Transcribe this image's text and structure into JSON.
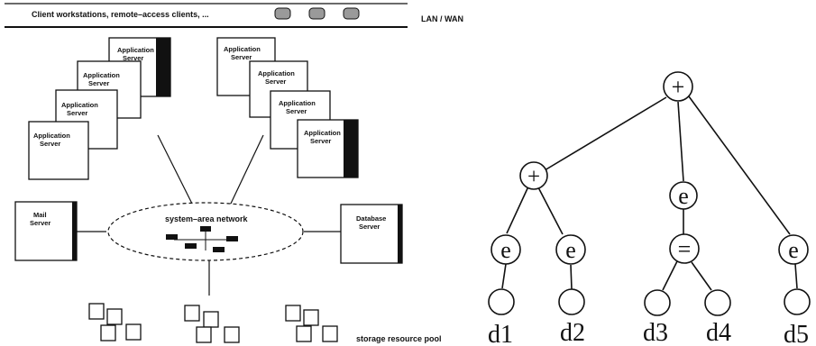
{
  "network": {
    "clients_label": "Client workstations, remote–access clients, ...",
    "lan_label": "LAN / WAN",
    "app_server_line1": "Application",
    "app_server_line2": "Server",
    "mail_line1": "Mail",
    "mail_line2": "Server",
    "db_line1": "Database",
    "db_line2": "Server",
    "san_label": "system–area network",
    "storage_label": "storage resource pool"
  },
  "tree": {
    "root_symbol": "+",
    "mid_plus_symbol": "+",
    "exp_symbol": "e",
    "eq_symbol": "=",
    "leaves": [
      "d1",
      "d2",
      "d3",
      "d4",
      "d5"
    ]
  },
  "colors": {
    "ink": "#111111",
    "client_device": "#9a9a9a"
  }
}
